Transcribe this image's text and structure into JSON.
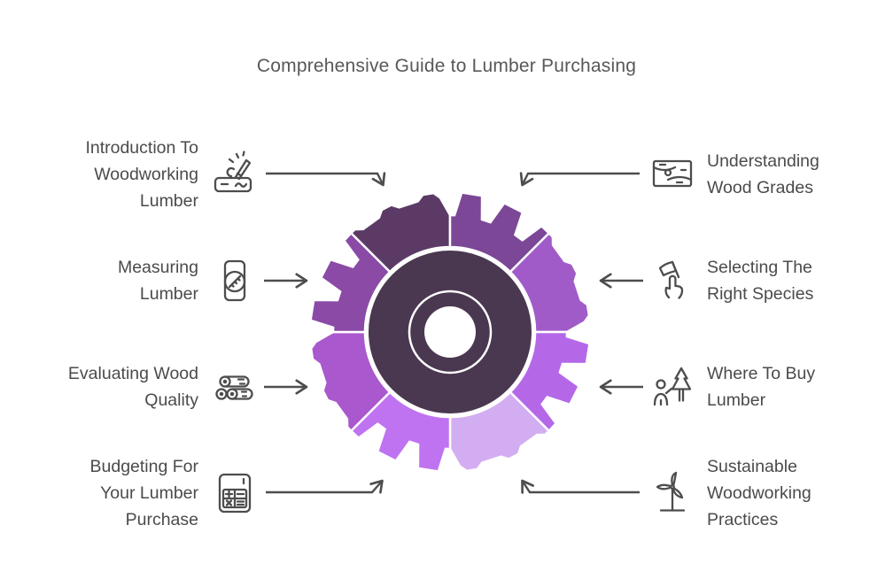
{
  "title": "Comprehensive Guide to Lumber Purchasing",
  "items": {
    "left": [
      {
        "label": "Introduction To Woodworking Lumber",
        "lines": [
          "Introduction To",
          "Woodworking",
          "Lumber"
        ],
        "icon": "wood-carving-icon",
        "segment": "nnw"
      },
      {
        "label": "Measuring Lumber",
        "lines": [
          "Measuring",
          "Lumber"
        ],
        "icon": "measuring-gauge-icon",
        "segment": "wnw"
      },
      {
        "label": "Evaluating Wood Quality",
        "lines": [
          "Evaluating Wood",
          "Quality"
        ],
        "icon": "stacked-logs-icon",
        "segment": "wsw"
      },
      {
        "label": "Budgeting For Your Lumber Purchase",
        "lines": [
          "Budgeting For",
          "Your Lumber",
          "Purchase"
        ],
        "icon": "calculator-icon",
        "segment": "ssw"
      }
    ],
    "right": [
      {
        "label": "Understanding Wood Grades",
        "lines": [
          "Understanding",
          "Wood Grades"
        ],
        "icon": "wood-plank-grain-icon",
        "segment": "nne"
      },
      {
        "label": "Selecting The Right Species",
        "lines": [
          "Selecting The",
          "Right Species"
        ],
        "icon": "flag-choice-hand-icon",
        "segment": "ene"
      },
      {
        "label": "Where To Buy Lumber",
        "lines": [
          "Where To Buy",
          "Lumber"
        ],
        "icon": "person-tree-icon",
        "segment": "ese"
      },
      {
        "label": "Sustainable Woodworking Practices",
        "lines": [
          "Sustainable",
          "Woodworking",
          "Practices"
        ],
        "icon": "wind-turbine-icon",
        "segment": "sse"
      }
    ]
  },
  "wheel": {
    "type": "segmented-gear",
    "hub_color": "#4a3850",
    "center_hole_color": "#ffffff",
    "divider_color": "#ffffff",
    "segments": [
      {
        "compass": "nnw",
        "position": "top-left",
        "color": "#5c3a66",
        "item": "Introduction To Woodworking Lumber"
      },
      {
        "compass": "nne",
        "position": "top-right",
        "color": "#7b4796",
        "item": "Understanding Wood Grades"
      },
      {
        "compass": "ene",
        "position": "right-upper",
        "color": "#a05bc8",
        "item": "Selecting The Right Species"
      },
      {
        "compass": "ese",
        "position": "right-lower",
        "color": "#b468e8",
        "item": "Where To Buy Lumber"
      },
      {
        "compass": "sse",
        "position": "bottom-right",
        "color": "#d3adf1",
        "item": "Sustainable Woodworking Practices"
      },
      {
        "compass": "ssw",
        "position": "bottom-left",
        "color": "#bf73f1",
        "item": "Budgeting For Your Lumber Purchase"
      },
      {
        "compass": "wsw",
        "position": "left-lower",
        "color": "#aa58ce",
        "item": "Evaluating Wood Quality"
      },
      {
        "compass": "wnw",
        "position": "left-upper",
        "color": "#8a4aa6",
        "item": "Measuring Lumber"
      }
    ]
  },
  "colors": {
    "title_text": "#57585a",
    "label_text": "#4b4b4d",
    "line_art": "#4d4d4d",
    "background": "#ffffff"
  }
}
